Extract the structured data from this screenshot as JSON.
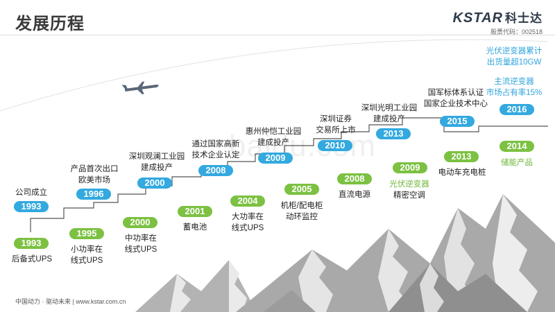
{
  "header": {
    "title": "发展历程"
  },
  "logo": {
    "brand": "KSTAR",
    "brand_cn": "科士达",
    "stock_code": "股票代码：002518"
  },
  "watermark": "baidu.com",
  "upper": [
    {
      "year": "1993",
      "lines": [
        "公司成立"
      ]
    },
    {
      "year": "1996",
      "lines": [
        "产品首次出口",
        "欧美市场"
      ]
    },
    {
      "year": "2000",
      "lines": [
        "深圳观澜工业园",
        "建成投产"
      ]
    },
    {
      "year": "2008",
      "lines": [
        "通过国家高新",
        "技术企业认定"
      ]
    },
    {
      "year": "2009",
      "lines": [
        "惠州仲恺工业园",
        "建成投产"
      ]
    },
    {
      "year": "2010",
      "lines": [
        "深圳证券",
        "交易所上市"
      ]
    },
    {
      "year": "2013",
      "lines": [
        "深圳光明工业园",
        "建成投产"
      ]
    },
    {
      "year": "2015",
      "lines": [
        "国军标体系认证",
        "国家企业技术中心"
      ]
    },
    {
      "year": "2016",
      "lines": [
        "光伏逆变器累计",
        "出货量超10GW",
        "主流逆变器",
        "市场占有率15%"
      ]
    }
  ],
  "lower": [
    {
      "year": "1993",
      "lines": [
        "后备式UPS"
      ]
    },
    {
      "year": "1995",
      "lines": [
        "小功率在",
        "线式UPS"
      ]
    },
    {
      "year": "2000",
      "lines": [
        "中功率在",
        "线式UPS"
      ]
    },
    {
      "year": "2001",
      "lines": [
        "蓄电池"
      ]
    },
    {
      "year": "2004",
      "lines": [
        "大功率在",
        "线式UPS"
      ]
    },
    {
      "year": "2005",
      "lines": [
        "机柜/配电柜",
        "动环监控"
      ]
    },
    {
      "year": "2008",
      "lines": [
        "直流电源"
      ]
    },
    {
      "year": "2009",
      "lines": [
        "光伏逆变器",
        "精密空调"
      ]
    },
    {
      "year": "2013",
      "lines": [
        "电动车充电桩"
      ]
    },
    {
      "year": "2014",
      "lines": [
        "储能产品"
      ]
    }
  ],
  "footer": {
    "text": "中国动力 · 驱动未来  |  www.kstar.com.cn"
  }
}
